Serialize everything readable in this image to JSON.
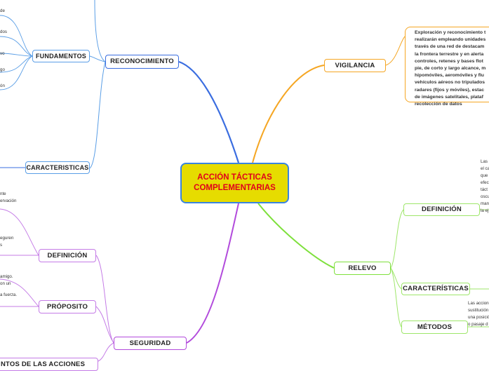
{
  "center": {
    "line1": "ACCIÓN TÁCTICAS",
    "line2": "COMPLEMENTARIAS"
  },
  "branches": {
    "reconocimiento": "RECONOCIMIENTO",
    "fundamentos": "FUNDAMENTOS",
    "caracteristicas_rec": "CARACTERISTICAS",
    "vigilancia": "VIGILANCIA",
    "seguridad": "SEGURIDAD",
    "definicion_seg": "DEFINICIÓN",
    "proposito": "PRÓPOSITO",
    "elementos": "NTOS DE LAS ACCIONES",
    "relevo": "RELEVO",
    "definicion_rel": "DEFINICIÓN",
    "caracteristicas_rel": "CARACTERÍSTICAS",
    "metodos": "MÉTODOS"
  },
  "vigilancia_text": [
    "Exploración y reconocimiento t",
    "realizarán empleando unidades",
    "través de una red de destacam",
    "la frontera terrestre y en alerta",
    "controles, retenes y bases flot",
    "pie, de corto y largo alcance, m",
    "hipomóviles, aeromóviles y flu",
    "vehículos aéreos no tripulados",
    "radares (fijos y móviles), estac",
    "de imágenes satelitales, plataf",
    "recolección de datos"
  ],
  "fundamentos_notes": [
    "de",
    "dos",
    "vo",
    "go",
    "ón"
  ],
  "seguridad_notes": {
    "definicion": [
      "nte",
      "ervación",
      "eguren",
      "s"
    ],
    "proposito": [
      "amigo.",
      "on un",
      "a fuerza."
    ]
  },
  "relevo_notes": {
    "definicion": [
      "Las l",
      "el ca",
      "que",
      "efec",
      "táct",
      "oscu",
      "mani",
      "la ej"
    ],
    "metodos": [
      "Las accione",
      "sustitución",
      "una posició",
      "o pasaje d"
    ]
  },
  "colors": {
    "center_fill": "#e6dc00",
    "center_text": "#e0001b",
    "center_border": "#3a84e0",
    "reconocimiento": "#3a6de0",
    "vigilancia": "#f5a623",
    "seguridad": "#b24bdc",
    "relevo": "#7ee03c"
  }
}
